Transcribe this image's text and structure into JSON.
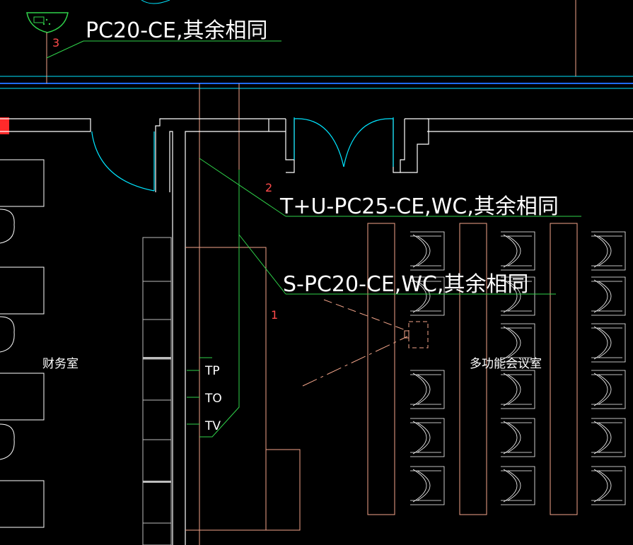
{
  "annotations": {
    "label_3": "PC20-CE,其余相同",
    "label_2": "T+U-PC25-CE,WC,其余相同",
    "label_1": "S-PC20-CE,WC,其余相同"
  },
  "markers": {
    "m1": "1",
    "m2": "2",
    "m3": "3"
  },
  "rooms": {
    "finance": "财务室",
    "multipurpose": "多功能会议室"
  },
  "outlets": {
    "tp": "TP",
    "to": "TO",
    "tv": "TV"
  },
  "colors": {
    "background": "#000000",
    "wall": "#ffffff",
    "cyan": "#00e5ff",
    "blue": "#1e6bff",
    "green": "#2fd24a",
    "salmon": "#f4a58a",
    "gray": "#bdbdbd",
    "red": "#ff2a2a"
  }
}
